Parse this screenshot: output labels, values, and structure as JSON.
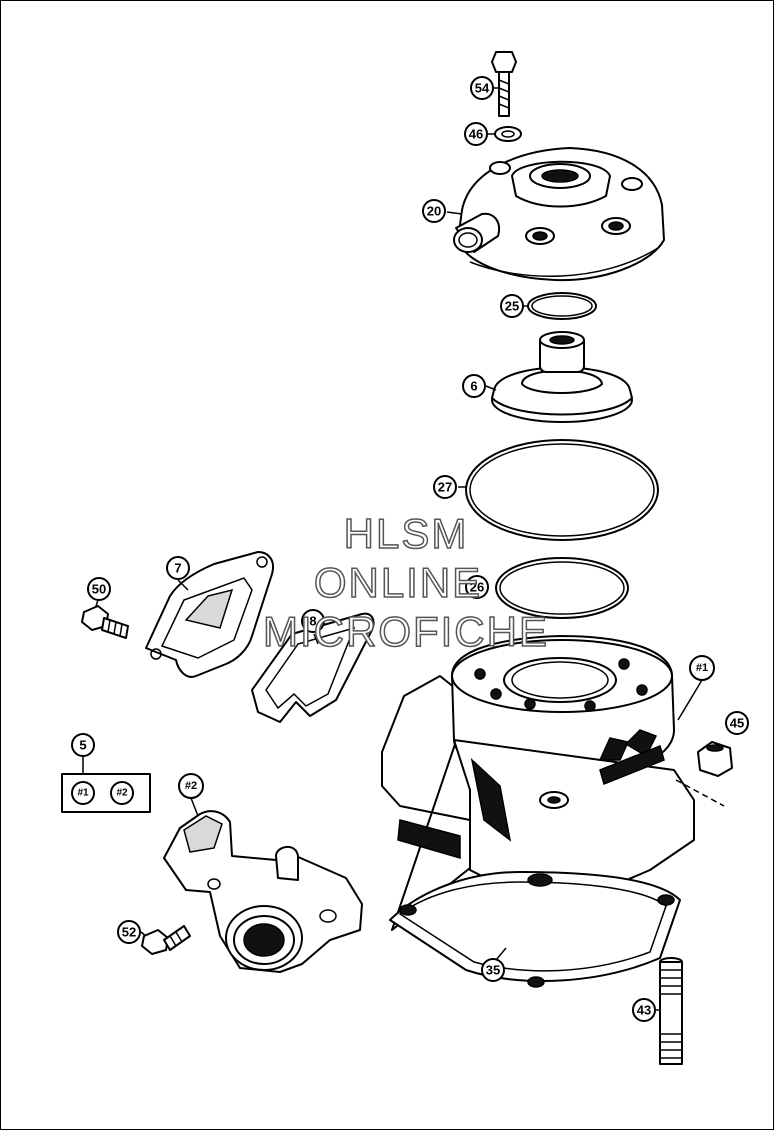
{
  "watermark": {
    "line1": "HLSM",
    "line2": "ONLINE",
    "line3": "MICROFICHE"
  },
  "callouts": {
    "p54": "54",
    "p46": "46",
    "p20": "20",
    "p25": "25",
    "p6": "6",
    "p27": "27",
    "p26": "26",
    "p7": "7",
    "p8": "8",
    "p50": "50",
    "p1": "#1",
    "p45": "45",
    "p5": "5",
    "kit1": "#1",
    "kit2": "#2",
    "p2": "#2",
    "p52": "52",
    "p35": "35",
    "p43": "43"
  },
  "colors": {
    "line": "#000000",
    "background": "#ffffff",
    "shade": "#111111"
  }
}
